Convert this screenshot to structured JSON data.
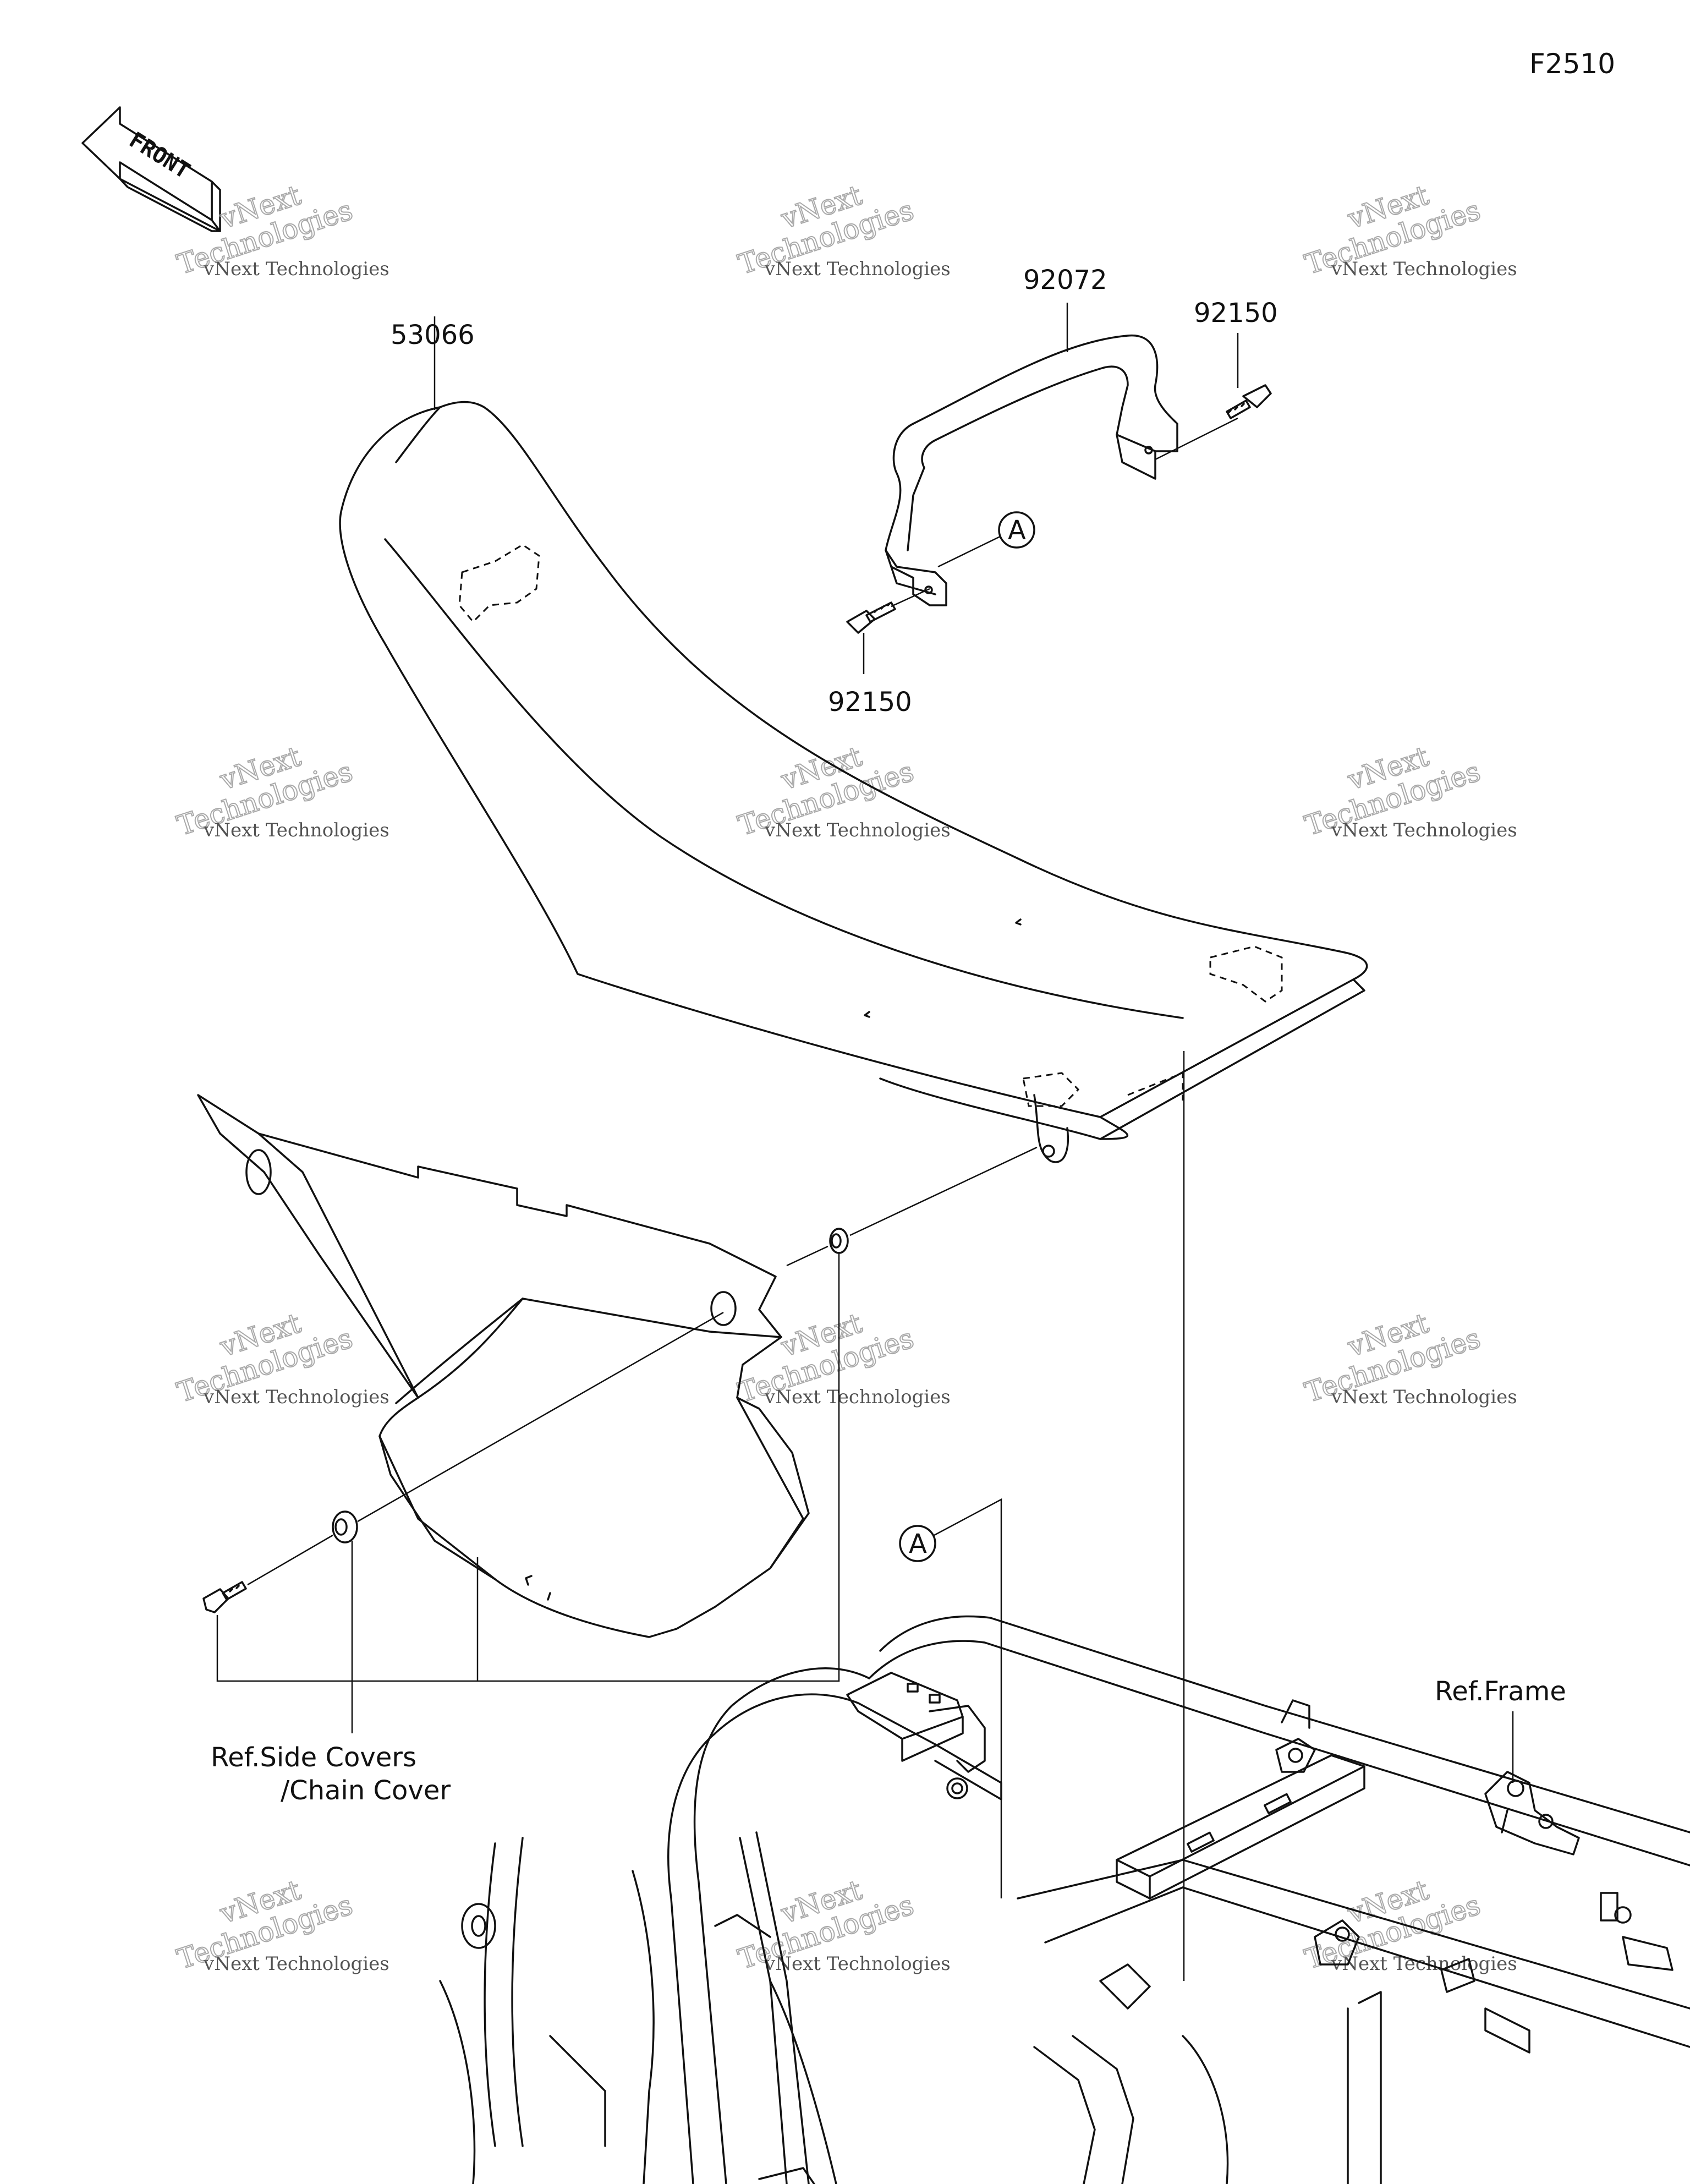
{
  "figure_code": "F2510",
  "front_arrow": {
    "label": "FRONT"
  },
  "parts": {
    "seat": "53066",
    "grab_bar": "92072",
    "bolt_upper": "92150",
    "bolt_lower": "92150"
  },
  "callouts": {
    "a_top": "A",
    "a_bottom": "A"
  },
  "references": {
    "side_covers_line1": "Ref.Side Covers",
    "side_covers_line2": "/Chain Cover",
    "frame": "Ref.Frame"
  },
  "watermark": {
    "line1": "vNext Technologies",
    "line2": "vNext",
    "line3": "Technologies"
  }
}
